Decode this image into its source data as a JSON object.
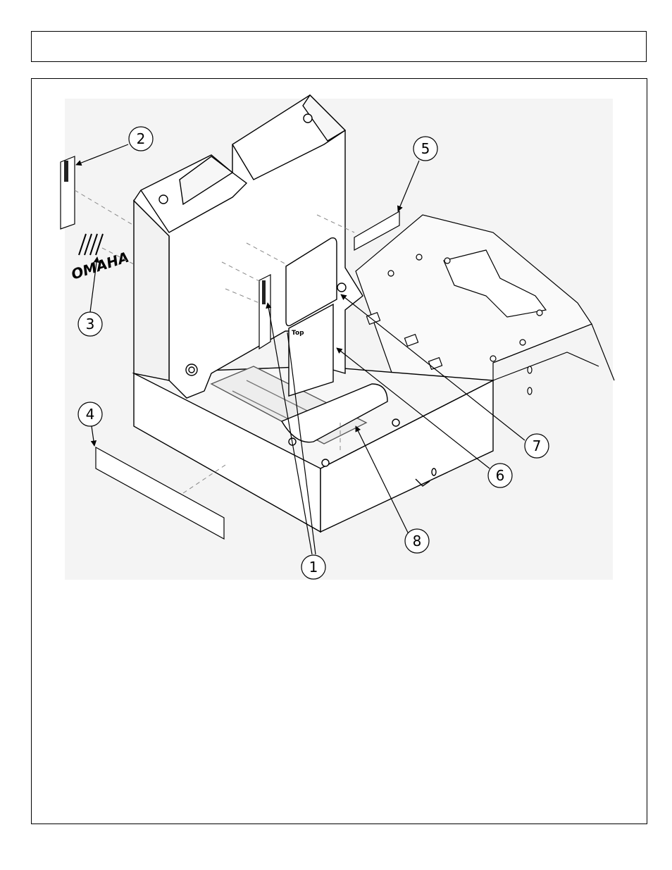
{
  "callouts": [
    {
      "number": "1"
    },
    {
      "number": "2"
    },
    {
      "number": "3"
    },
    {
      "number": "4"
    },
    {
      "number": "5"
    },
    {
      "number": "6"
    },
    {
      "number": "7"
    },
    {
      "number": "8"
    }
  ],
  "logo_decal": {
    "text": "OMAHA"
  },
  "decal_top_text": "Top"
}
